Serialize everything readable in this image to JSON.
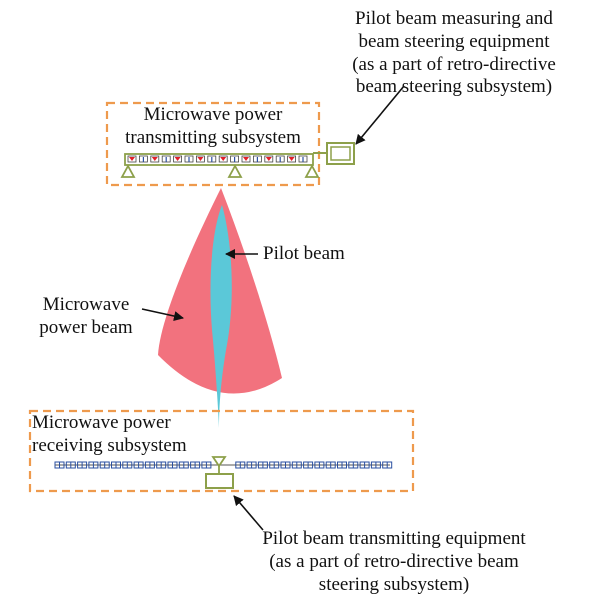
{
  "labels": {
    "pilot_equipment": [
      "Pilot beam measuring and",
      "beam steering equipment",
      "(as a part of retro-directive",
      "beam steering subsystem)"
    ],
    "transmitting": [
      "Microwave power",
      "transmitting subsystem"
    ],
    "pilot_beam": "Pilot beam",
    "power_beam": [
      "Microwave",
      "power beam"
    ],
    "receiving": [
      "Microwave power",
      "receiving subsystem"
    ],
    "pilot_transmit": [
      "Pilot beam transmitting equipment",
      "(as a part of retro-directive beam",
      "steering subsystem)"
    ]
  },
  "colors": {
    "dashed_box": "#EE9A4D",
    "equipment": "#8DA04A",
    "power_beam": "#F2727E",
    "pilot_beam": "#5BC8D8",
    "antenna_red": "#E0202A",
    "antenna_blue": "#2A4FA0",
    "arrow": "#111111"
  }
}
